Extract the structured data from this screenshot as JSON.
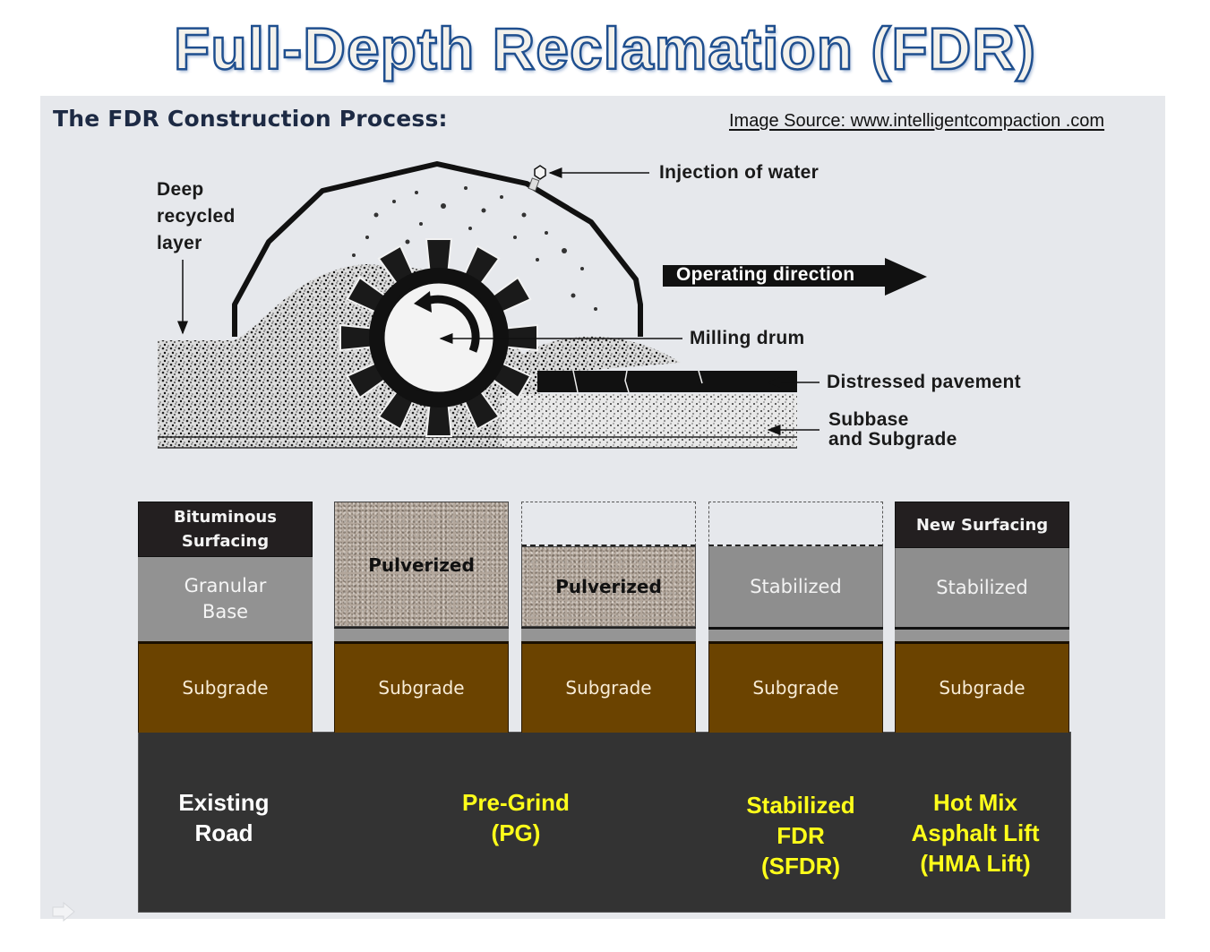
{
  "title": "Full-Depth Reclamation (FDR)",
  "panel": {
    "heading": "The FDR Construction Process:",
    "source": "Image Source: www.intelligentcompaction .com"
  },
  "illustration": {
    "labels": {
      "deep_recycled_layer": [
        "Deep",
        "recycled",
        "layer"
      ],
      "injection_of_water": "Injection of water",
      "operating_direction": "Operating direction",
      "milling_drum": "Milling drum",
      "distressed_pavement": "Distressed pavement",
      "subbase_and_subgrade": [
        "Subbase",
        "and Subgrade"
      ]
    }
  },
  "cross_section": {
    "columns": [
      {
        "id": "existing-road",
        "layers": {
          "surfacing": [
            "Bituminous",
            "Surfacing"
          ],
          "base": [
            "Granular",
            "Base"
          ],
          "subgrade": "Subgrade"
        }
      },
      {
        "id": "pre-grind-1",
        "layers": {
          "pulverized": "Pulverized",
          "subgrade": "Subgrade"
        }
      },
      {
        "id": "pre-grind-2",
        "layers": {
          "pulverized": "Pulverized",
          "subgrade": "Subgrade"
        }
      },
      {
        "id": "stabilized-fdr",
        "layers": {
          "stabilized": "Stabilized",
          "subgrade": "Subgrade"
        }
      },
      {
        "id": "hma-lift",
        "layers": {
          "surfacing": "New Surfacing",
          "stabilized": "Stabilized",
          "subgrade": "Subgrade"
        }
      }
    ],
    "stages": [
      {
        "id": "existing-road",
        "lines": [
          "Existing",
          "Road"
        ],
        "color": "#ffffff"
      },
      {
        "id": "pre-grind",
        "lines": [
          "Pre-Grind",
          "(PG)"
        ],
        "color": "#ffff1a"
      },
      {
        "id": "stabilized-fdr",
        "lines": [
          "Stabilized",
          "FDR",
          "(SFDR)"
        ],
        "color": "#ffff1a"
      },
      {
        "id": "hma-lift",
        "lines": [
          "Hot Mix",
          "Asphalt Lift",
          "(HMA Lift)"
        ],
        "color": "#ffff1a"
      }
    ]
  },
  "colors": {
    "title_outline": "#1f4f8f",
    "panel_bg": "#e6e8ec",
    "subgrade": "#6b4300",
    "surfacing": "#231f20",
    "granular": "#929292",
    "pulverized": "#b2a69b",
    "stage_highlight": "#ffff1a",
    "base_slab": "#333333"
  }
}
